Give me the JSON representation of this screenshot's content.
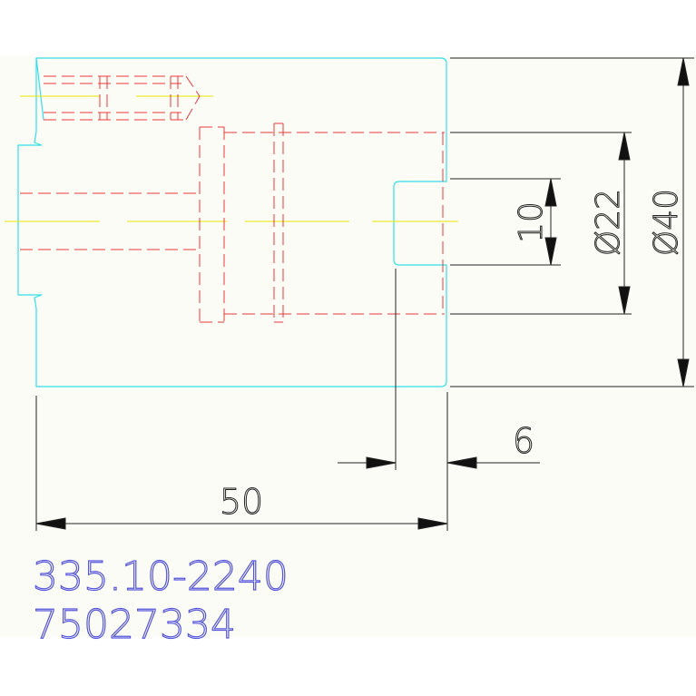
{
  "drawing": {
    "colors": {
      "background": "#fcfcf7",
      "outline": "#33e0e8",
      "hidden": "#e83a3a",
      "centerline": "#e6e600",
      "dimension": "#222222",
      "part_text": "#5555dd"
    },
    "dimensions": {
      "d40": "Ø40",
      "d22": "Ø22",
      "d10": "10",
      "len50": "50",
      "len6": "6"
    },
    "part_number": "335.10-2240",
    "serial_number": "75027334"
  }
}
